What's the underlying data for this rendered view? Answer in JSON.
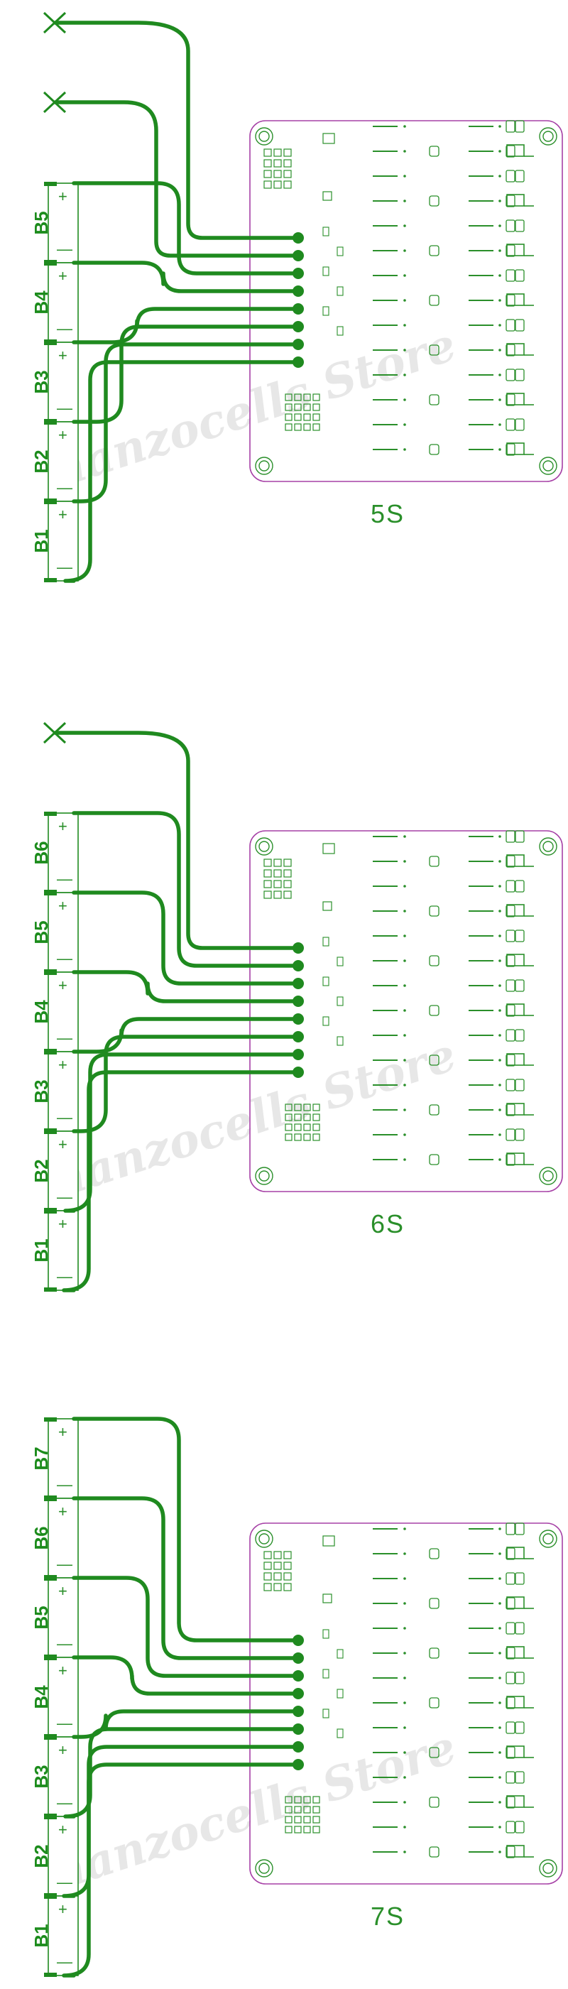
{
  "colors": {
    "trace": "#1f8a1f",
    "board_outline": "#a640a6",
    "silk": "#2a8f2a",
    "watermark": "#d4d4d4"
  },
  "watermark": "hanzocells Store",
  "diagrams": [
    {
      "config": "5S",
      "batteries": [
        "B5",
        "B4",
        "B3",
        "B2",
        "B1"
      ],
      "open_wires": 2
    },
    {
      "config": "6S",
      "batteries": [
        "B6",
        "B5",
        "B4",
        "B3",
        "B2",
        "B1"
      ],
      "open_wires": 1
    },
    {
      "config": "7S",
      "batteries": [
        "B7",
        "B6",
        "B5",
        "B4",
        "B3",
        "B2",
        "B1"
      ],
      "open_wires": 0
    }
  ],
  "terminal_symbols": {
    "plus": "+",
    "minus": "—"
  },
  "icons": {
    "open_wire": "x-mark-icon",
    "mount_hole": "mount-hole-icon"
  }
}
